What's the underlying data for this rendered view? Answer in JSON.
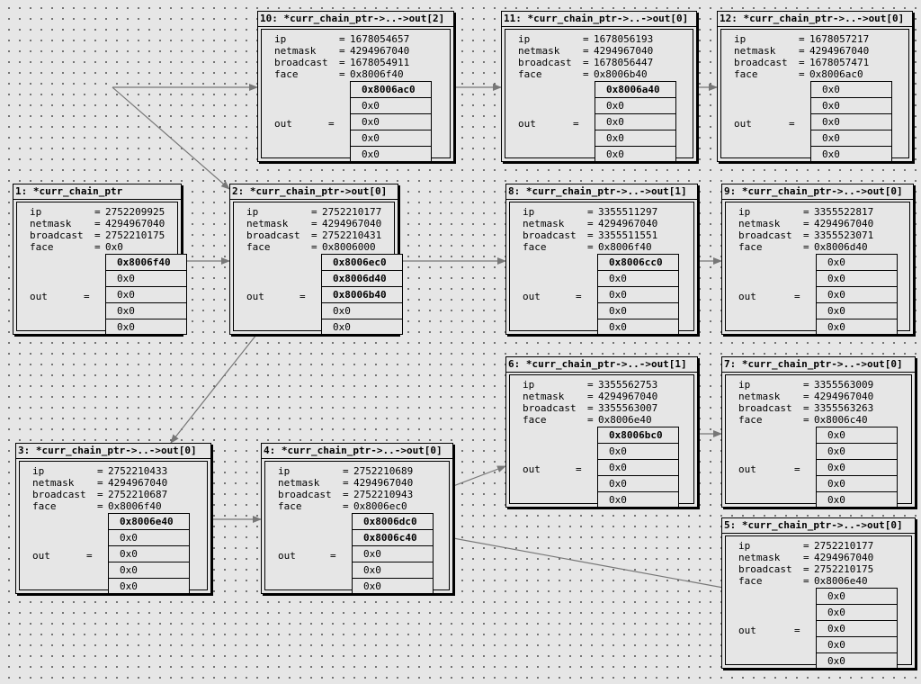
{
  "field_labels": [
    "ip",
    "netmask",
    "broadcast",
    "face"
  ],
  "out_label": "out",
  "eq": "=",
  "nodes": [
    {
      "id": "n1",
      "title": "1: *curr_chain_ptr",
      "ip": "2752209925",
      "netmask": "4294967040",
      "broadcast": "2752210175",
      "face": "0x0",
      "out": [
        "0x8006f40",
        "0x0",
        "0x0",
        "0x0",
        "0x0"
      ]
    },
    {
      "id": "n2",
      "title": "2: *curr_chain_ptr->out[0]",
      "ip": "2752210177",
      "netmask": "4294967040",
      "broadcast": "2752210431",
      "face": "0x8006000",
      "out": [
        "0x8006ec0",
        "0x8006d40",
        "0x8006b40",
        "0x0",
        "0x0"
      ]
    },
    {
      "id": "n3",
      "title": "3: *curr_chain_ptr->..->out[0]",
      "ip": "2752210433",
      "netmask": "4294967040",
      "broadcast": "2752210687",
      "face": "0x8006f40",
      "out": [
        "0x8006e40",
        "0x0",
        "0x0",
        "0x0",
        "0x0"
      ]
    },
    {
      "id": "n4",
      "title": "4: *curr_chain_ptr->..->out[0]",
      "ip": "2752210689",
      "netmask": "4294967040",
      "broadcast": "2752210943",
      "face": "0x8006ec0",
      "out": [
        "0x8006dc0",
        "0x8006c40",
        "0x0",
        "0x0",
        "0x0"
      ]
    },
    {
      "id": "n5",
      "title": "5: *curr_chain_ptr->..->out[0]",
      "ip": "2752210177",
      "netmask": "4294967040",
      "broadcast": "2752210175",
      "face": "0x8006e40",
      "out": [
        "0x0",
        "0x0",
        "0x0",
        "0x0",
        "0x0"
      ]
    },
    {
      "id": "n6",
      "title": "6: *curr_chain_ptr->..->out[1]",
      "ip": "3355562753",
      "netmask": "4294967040",
      "broadcast": "3355563007",
      "face": "0x8006e40",
      "out": [
        "0x8006bc0",
        "0x0",
        "0x0",
        "0x0",
        "0x0"
      ]
    },
    {
      "id": "n7",
      "title": "7: *curr_chain_ptr->..->out[0]",
      "ip": "3355563009",
      "netmask": "4294967040",
      "broadcast": "3355563263",
      "face": "0x8006c40",
      "out": [
        "0x0",
        "0x0",
        "0x0",
        "0x0",
        "0x0"
      ]
    },
    {
      "id": "n8",
      "title": "8: *curr_chain_ptr->..->out[1]",
      "ip": "3355511297",
      "netmask": "4294967040",
      "broadcast": "3355511551",
      "face": "0x8006f40",
      "out": [
        "0x8006cc0",
        "0x0",
        "0x0",
        "0x0",
        "0x0"
      ]
    },
    {
      "id": "n9",
      "title": "9: *curr_chain_ptr->..->out[0]",
      "ip": "3355522817",
      "netmask": "4294967040",
      "broadcast": "3355523071",
      "face": "0x8006d40",
      "out": [
        "0x0",
        "0x0",
        "0x0",
        "0x0",
        "0x0"
      ]
    },
    {
      "id": "n10",
      "title": "10: *curr_chain_ptr->..->out[2]",
      "ip": "1678054657",
      "netmask": "4294967040",
      "broadcast": "1678054911",
      "face": "0x8006f40",
      "out": [
        "0x8006ac0",
        "0x0",
        "0x0",
        "0x0",
        "0x0"
      ]
    },
    {
      "id": "n11",
      "title": "11: *curr_chain_ptr->..->out[0]",
      "ip": "1678056193",
      "netmask": "4294967040",
      "broadcast": "1678056447",
      "face": "0x8006b40",
      "out": [
        "0x8006a40",
        "0x0",
        "0x0",
        "0x0",
        "0x0"
      ]
    },
    {
      "id": "n12",
      "title": "12: *curr_chain_ptr->..->out[0]",
      "ip": "1678057217",
      "netmask": "4294967040",
      "broadcast": "1678057471",
      "face": "0x8006ac0",
      "out": [
        "0x0",
        "0x0",
        "0x0",
        "0x0",
        "0x0"
      ]
    }
  ]
}
